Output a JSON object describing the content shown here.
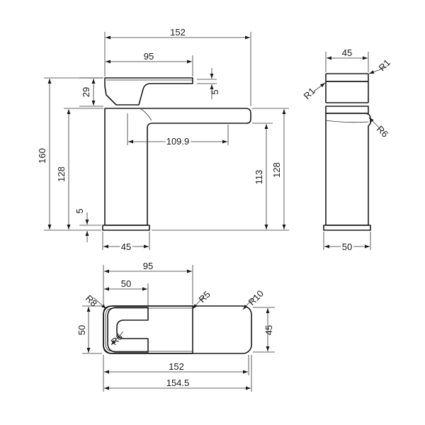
{
  "drawing": {
    "front_view": {
      "overall_width": "152",
      "handle_length": "95",
      "handle_height": "29",
      "handle_gap": "5",
      "overall_height": "160",
      "body_height": "128",
      "spout_reach": "109.9",
      "spout_clearance": "113",
      "spout_height": "128",
      "base_height": "5",
      "base_width": "45"
    },
    "side_view": {
      "handle_width": "45",
      "radius_top_right": "R1",
      "radius_top_left": "R1",
      "radius_spout": "R6",
      "base_width": "50"
    },
    "top_view": {
      "handle_length": "95",
      "inner_width": "50",
      "radius_corner": "R8",
      "radius_handle": "R5",
      "radius_spout": "R10",
      "radius_inner": "R6",
      "depth": "50",
      "spout_depth": "45",
      "body_length": "152",
      "overall_length": "154.5"
    }
  }
}
